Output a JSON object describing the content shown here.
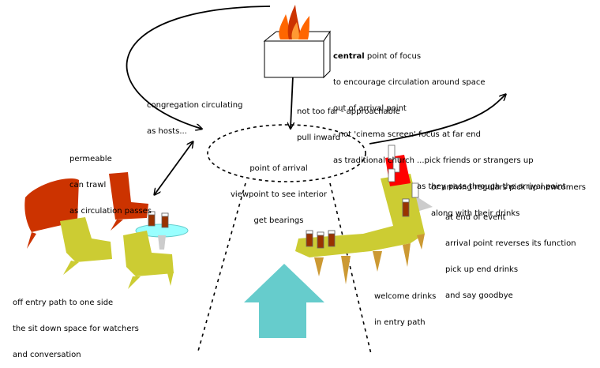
{
  "colors": {
    "flame_outer": "#ff6600",
    "flame_inner": "#cc3300",
    "chair_red": "#cc3300",
    "chair_olive": "#cccc33",
    "table_glass": "#99ffff",
    "counter_olive": "#cccc33",
    "counter_red": "#ff0000",
    "counter_leg": "#cc9933",
    "arrow_teal": "#66cccc",
    "drink_amber": "#993300",
    "shadow_grey": "#cccccc"
  },
  "icons": [
    "flame-icon",
    "chair-icon",
    "drink-glass-icon",
    "arrow-icon"
  ],
  "labels": {
    "central_bold": "central",
    "central_rest": " point of focus",
    "central_lines": [
      "to encourage circulation around space",
      "out of arrival point",
      "- not 'cinema screen' focus at far end",
      "as traditional church"
    ],
    "congregation": [
      "congregation circulating",
      "as hosts..."
    ],
    "not_too_far": [
      "not too far - approachable",
      "pull inward"
    ],
    "permeable": [
      "permeable",
      "can trawl",
      "as circulation passes"
    ],
    "arrival": [
      "point of arrival",
      "viewpoint to see interior",
      "get bearings"
    ],
    "pick_friends": [
      "...pick friends or strangers up",
      "as they pass through the arrival point"
    ],
    "regulars": [
      "or arriving regulars pick up newcomers",
      "along with their drinks"
    ],
    "end_event": [
      "at end of event",
      "arrival point reverses its function",
      "pick up end drinks",
      "and say goodbye"
    ],
    "off_entry": [
      "off entry path to one side",
      "the sit down space for watchers",
      "and conversation"
    ],
    "welcome": [
      "welcome drinks",
      "in entry path"
    ]
  }
}
